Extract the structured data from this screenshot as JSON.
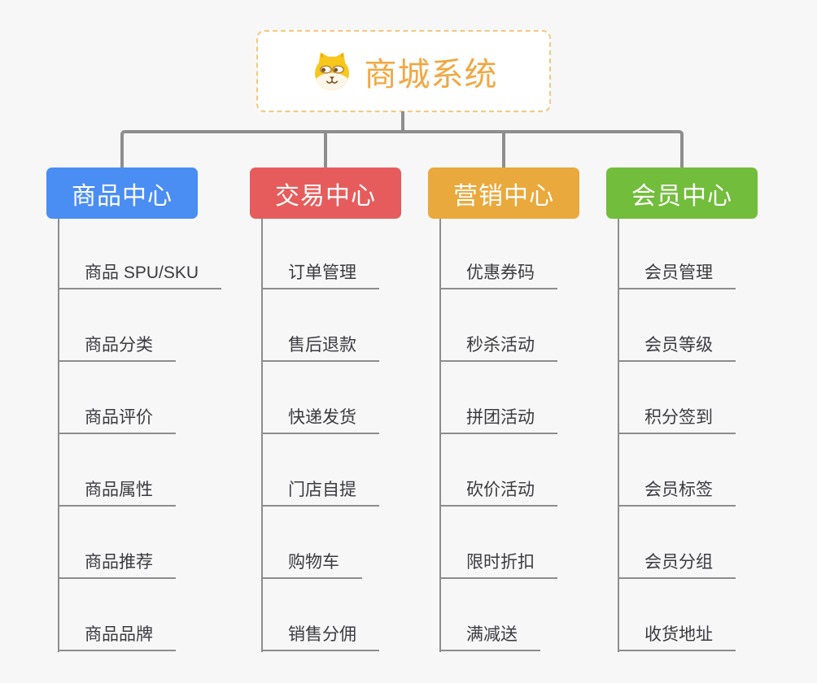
{
  "app": {
    "background_color": "#f7f7f8",
    "connector_color": "#8e8e8e"
  },
  "root": {
    "title": "商城系统",
    "icon": "dog-face-icon",
    "text_color": "#f0a843",
    "border_color": "#f3c87f"
  },
  "branches": [
    {
      "label": "商品中心",
      "color": "#4a8df3",
      "items": [
        "商品 SPU/SKU",
        "商品分类",
        "商品评价",
        "商品属性",
        "商品推荐",
        "商品品牌"
      ]
    },
    {
      "label": "交易中心",
      "color": "#e65c5c",
      "items": [
        "订单管理",
        "售后退款",
        "快递发货",
        "门店自提",
        "购物车",
        "销售分佣"
      ]
    },
    {
      "label": "营销中心",
      "color": "#e9a93c",
      "items": [
        "优惠券码",
        "秒杀活动",
        "拼团活动",
        "砍价活动",
        "限时折扣",
        "满减送"
      ]
    },
    {
      "label": "会员中心",
      "color": "#72bd3b",
      "items": [
        "会员管理",
        "会员等级",
        "积分签到",
        "会员标签",
        "会员分组",
        "收货地址"
      ]
    }
  ]
}
